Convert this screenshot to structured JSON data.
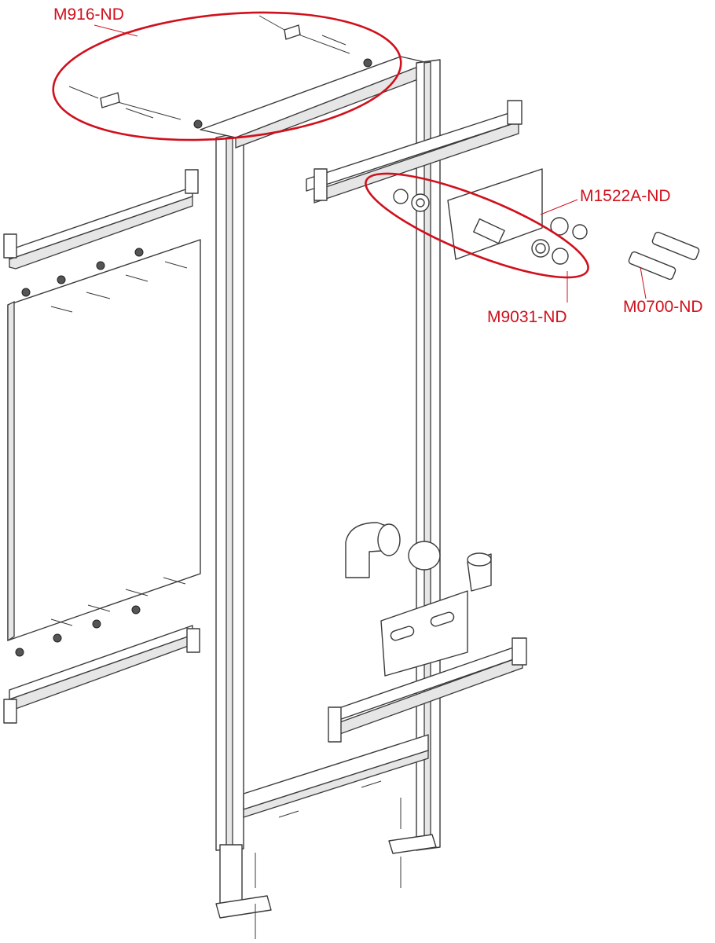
{
  "diagram": {
    "labels": {
      "top_fixings": "M916-ND",
      "connection_piece": "M1522A-ND",
      "nut_washer_set": "M9031-ND",
      "extension": "M0700-ND"
    },
    "highlight_color": "#d0101c"
  }
}
